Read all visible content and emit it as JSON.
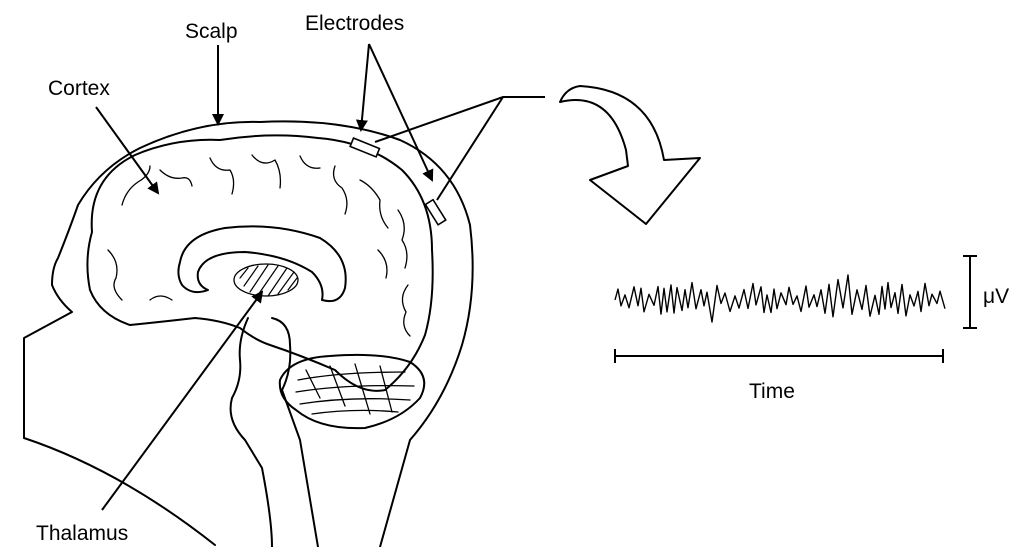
{
  "labels": {
    "scalp": "Scalp",
    "electrodes": "Electrodes",
    "cortex": "Cortex",
    "thalamus": "Thalamus",
    "amplitude_unit": "μV",
    "time": "Time"
  },
  "colors": {
    "ink": "#000000",
    "background": "#ffffff"
  }
}
